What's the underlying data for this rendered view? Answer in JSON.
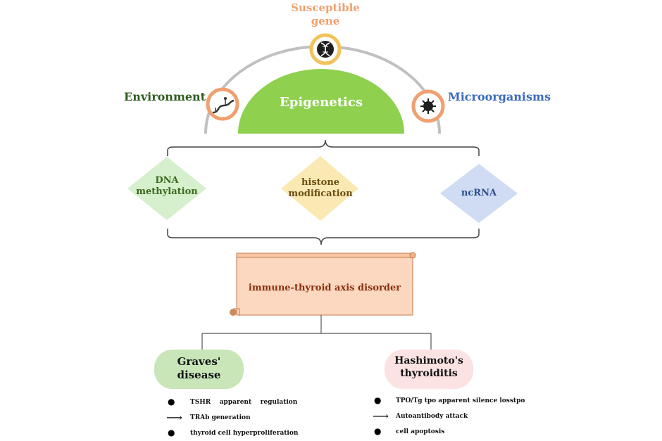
{
  "top": {
    "susceptible_gene": "Susceptible\ngene",
    "environment": "Environment",
    "microorganisms": "Microorganisms",
    "epigenetics": "Epigenetics",
    "colors": {
      "gene": "#f0a070",
      "environment": "#2f5d1e",
      "microorganisms": "#3b6bbf",
      "epigenetics_fill": "#8fd14f"
    }
  },
  "mechanisms": [
    {
      "label": "DNA\nmethylation",
      "fill": "#d6efcc",
      "text_color": "#3c6b1e"
    },
    {
      "label": "histone\nmodification",
      "fill": "#fbe9b3",
      "text_color": "#6b4f14"
    },
    {
      "label": "ncRNA",
      "fill": "#cfdcf3",
      "text_color": "#2e4d8f"
    }
  ],
  "scroll": {
    "label": "immune-thyroid axis disorder",
    "fill": "#fbd8bf",
    "text_color": "#8b2f12"
  },
  "diseases": [
    {
      "name": "Graves'\ndisease",
      "fill": "#c8e6b8",
      "items": [
        {
          "marker": "bullet",
          "text": "TSHR    apparent    regulation"
        },
        {
          "marker": "arrow",
          "text": "TRAb generation"
        },
        {
          "marker": "bullet",
          "text": "thyroid cell hyperproliferation"
        }
      ]
    },
    {
      "name": "Hashimoto's\nthyroiditis",
      "fill": "#fbe3e3",
      "items": [
        {
          "marker": "bullet",
          "text": "TPO/Tg tpo apparent silence losstpo"
        },
        {
          "marker": "arrow",
          "text": "Autoantibody attack"
        },
        {
          "marker": "bullet",
          "text": "cell apoptosis"
        }
      ]
    }
  ],
  "icons": [
    "dna-icon",
    "road-icon",
    "virus-icon"
  ]
}
